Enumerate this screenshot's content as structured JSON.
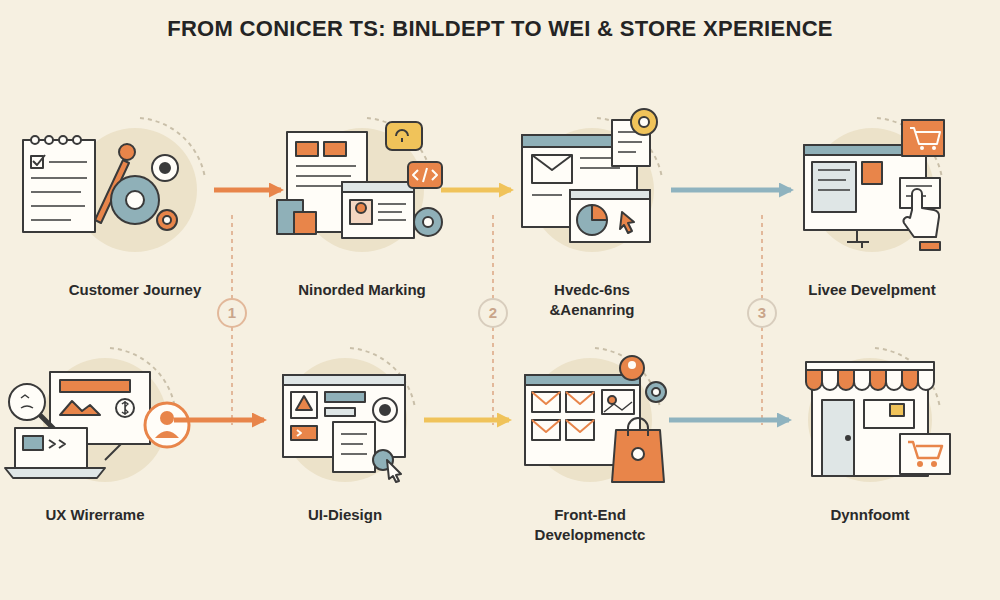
{
  "diagram": {
    "title": "FROM CONICER TS: BINLDEPT TO WEI & STORE XPERIENCE",
    "nodes": [
      {
        "text": [
          "Customer Journey"
        ]
      },
      {
        "text": [
          "Ninorded Marking"
        ]
      },
      {
        "text": [
          "Hvedc-6ns &Aenanring"
        ]
      },
      {
        "text": [
          "Livee Develpment"
        ]
      },
      {
        "text": [
          "UX Wirerrame"
        ]
      },
      {
        "text": [
          "UI-Diesign"
        ]
      },
      {
        "text": [
          "Front-End Developmenctc"
        ]
      },
      {
        "text": [
          "Dynnfoomt"
        ]
      }
    ],
    "edges": [
      {
        "from": 0,
        "to": 1,
        "arrow": "to"
      },
      {
        "from": 1,
        "to": 2,
        "arrow": "to"
      },
      {
        "from": 2,
        "to": 3,
        "arrow": "to"
      },
      {
        "from": 4,
        "to": 5,
        "arrow": "to"
      },
      {
        "from": 5,
        "to": 6,
        "arrow": "to"
      },
      {
        "from": 6,
        "to": 7,
        "arrow": "to"
      }
    ],
    "labels": [
      "1",
      "2",
      "3"
    ]
  }
}
